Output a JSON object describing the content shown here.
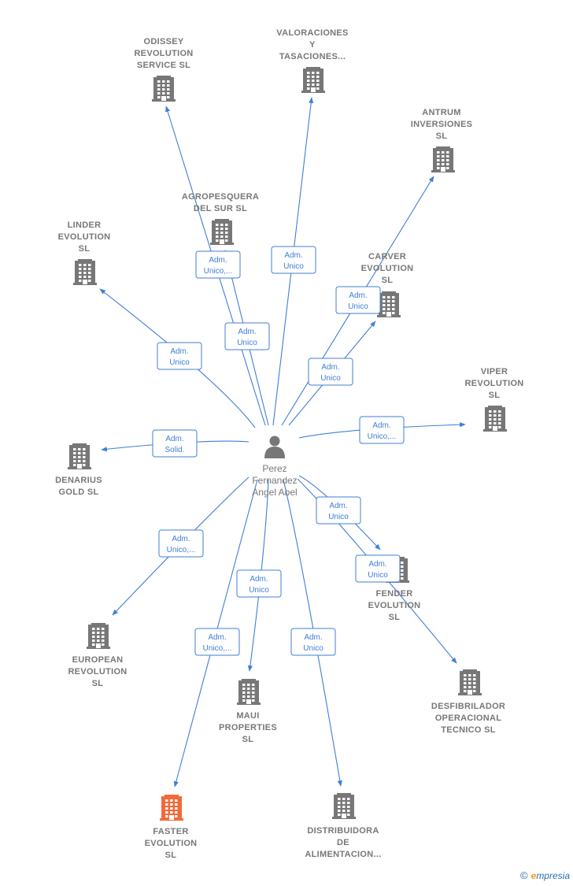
{
  "colors": {
    "edge": "#3f7fd6",
    "building": "#777777",
    "highlight": "#f26a3a",
    "person": "#777777"
  },
  "person": {
    "lines": [
      "Perez",
      "Fernandez",
      "Angel Abel"
    ],
    "icon": "person-icon"
  },
  "nodes": [
    {
      "id": "odissey",
      "lines": [
        "ODISSEY",
        "REVOLUTION",
        "SERVICE  SL"
      ]
    },
    {
      "id": "valoraciones",
      "lines": [
        "VALORACIONES",
        "Y",
        "TASACIONES..."
      ]
    },
    {
      "id": "antrum",
      "lines": [
        "ANTRUM",
        "INVERSIONES",
        "SL"
      ]
    },
    {
      "id": "agropesquera",
      "lines": [
        "AGROPESQUERA",
        "DEL SUR  SL"
      ]
    },
    {
      "id": "linder",
      "lines": [
        "LINDER",
        "EVOLUTION",
        "SL"
      ]
    },
    {
      "id": "carver",
      "lines": [
        "CARVER",
        "EVOLUTION",
        "SL"
      ]
    },
    {
      "id": "viper",
      "lines": [
        "VIPER",
        "REVOLUTION",
        "SL"
      ]
    },
    {
      "id": "denarius",
      "lines": [
        "DENARIUS",
        "GOLD  SL"
      ]
    },
    {
      "id": "fender",
      "lines": [
        "FENDER",
        "EVOLUTION",
        "SL"
      ]
    },
    {
      "id": "european",
      "lines": [
        "EUROPEAN",
        "REVOLUTION",
        "SL"
      ]
    },
    {
      "id": "desfibrilador",
      "lines": [
        "DESFIBRILADOR",
        "OPERACIONAL",
        "TECNICO  SL"
      ]
    },
    {
      "id": "maui",
      "lines": [
        "MAUI",
        "PROPERTIES",
        "SL"
      ]
    },
    {
      "id": "faster",
      "lines": [
        "FASTER",
        "EVOLUTION",
        "SL"
      ],
      "highlight": true
    },
    {
      "id": "distribuidora",
      "lines": [
        "DISTRIBUIDORA",
        "DE",
        "ALIMENTACION..."
      ]
    }
  ],
  "edges": [
    {
      "target": "odissey",
      "label": [
        "Adm.",
        "Unico,..."
      ]
    },
    {
      "target": "agropesquera",
      "label": [
        "Adm.",
        "Unico"
      ]
    },
    {
      "target": "valoraciones",
      "label": [
        "Adm.",
        "Unico"
      ]
    },
    {
      "target": "antrum",
      "label": [
        "Adm.",
        "Unico"
      ]
    },
    {
      "target": "carver",
      "label": [
        "Adm.",
        "Unico"
      ]
    },
    {
      "target": "linder",
      "label": [
        "Adm.",
        "Unico"
      ]
    },
    {
      "target": "viper",
      "label": [
        "Adm.",
        "Unico,..."
      ]
    },
    {
      "target": "denarius",
      "label": [
        "Adm.",
        "Solid."
      ]
    },
    {
      "target": "fender",
      "label": [
        "Adm.",
        "Unico"
      ]
    },
    {
      "target": "desfibrilador",
      "label": [
        "Adm.",
        "Unico"
      ]
    },
    {
      "target": "european",
      "label": [
        "Adm.",
        "Unico,..."
      ]
    },
    {
      "target": "maui",
      "label": [
        "Adm.",
        "Unico"
      ]
    },
    {
      "target": "faster",
      "label": [
        "Adm.",
        "Unico,..."
      ]
    },
    {
      "target": "distribuidora",
      "label": [
        "Adm.",
        "Unico"
      ]
    }
  ],
  "footer": {
    "copyright": "©",
    "brand_initial": "e",
    "brand_rest": "mpresia"
  }
}
